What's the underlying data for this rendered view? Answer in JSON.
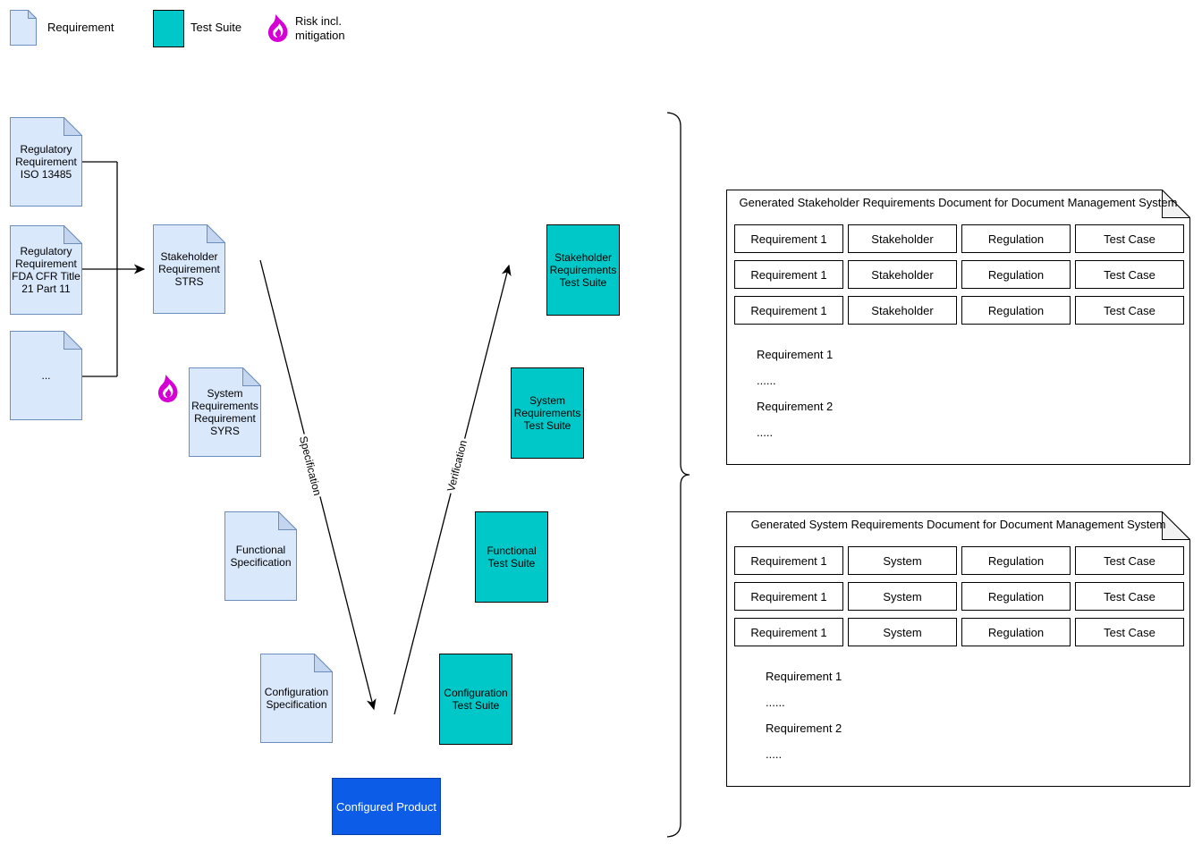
{
  "legend": {
    "requirement_label": "Requirement",
    "test_suite_label": "Test Suite",
    "risk_label": "Risk incl.\nmitigation"
  },
  "vmodel": {
    "docs": {
      "reg_iso": "Regulatory\nRequirement\nISO 13485",
      "reg_fda": "Regulatory\nRequirement\nFDA CFR Title\n21 Part 11",
      "reg_more": "...",
      "strs": "Stakeholder\nRequirement\nSTRS",
      "syrs": "System\nRequirements\nRequirement\nSYRS",
      "functional_spec": "Functional\nSpecification",
      "configuration_spec": "Configuration\nSpecification"
    },
    "test_suites": {
      "stakeholder": "Stakeholder\nRequirements\nTest Suite",
      "system": "System\nRequirements\nTest Suite",
      "functional": "Functional\nTest Suite",
      "configuration": "Configuration\nTest Suite"
    },
    "product_label": "Configured Product",
    "edge_labels": {
      "specification": "Specification",
      "verification": "Verification"
    }
  },
  "generated_docs": [
    {
      "title": "Generated Stakeholder Requirements Document for Document Management System",
      "rows": [
        [
          "Requirement 1",
          "Stakeholder",
          "Regulation",
          "Test Case"
        ],
        [
          "Requirement 1",
          "Stakeholder",
          "Regulation",
          "Test Case"
        ],
        [
          "Requirement 1",
          "Stakeholder",
          "Regulation",
          "Test Case"
        ]
      ],
      "body": [
        "Requirement 1",
        "......",
        "Requirement 2",
        "....."
      ]
    },
    {
      "title": "Generated System Requirements Document for Document Management System",
      "rows": [
        [
          "Requirement 1",
          "System",
          "Regulation",
          "Test Case"
        ],
        [
          "Requirement 1",
          "System",
          "Regulation",
          "Test Case"
        ],
        [
          "Requirement 1",
          "System",
          "Regulation",
          "Test Case"
        ]
      ],
      "body": [
        "Requirement 1",
        "......",
        "Requirement 2",
        "....."
      ]
    }
  ],
  "colors": {
    "requirement_fill": "#dae8fc",
    "requirement_stroke": "#6c8ebf",
    "test_suite_fill": "#00c8c8",
    "product_fill": "#0c5ce8",
    "risk_flame": "#d400d4"
  }
}
